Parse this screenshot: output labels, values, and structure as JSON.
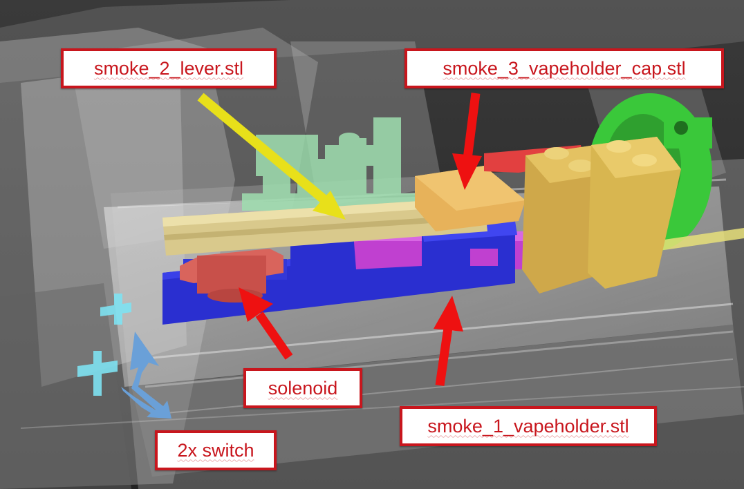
{
  "labels": {
    "lever": "smoke_2_lever.stl",
    "cap": "smoke_3_vapeholder_cap.stl",
    "solenoid": "solenoid",
    "holder": "smoke_1_vapeholder.stl",
    "switch": "2x switch"
  },
  "colors": {
    "background": "#2b2b2b",
    "label_border": "#c8161d",
    "label_text": "#c8161d",
    "arrow_red": "#ee1111",
    "arrow_yellow": "#e8e01a",
    "arrow_blue": "#6aa0d8",
    "holder_blue": "#2a2fd0",
    "lever_beige": "#d9c98c",
    "cap_orange": "#e7b25a",
    "solenoid_red": "#c8504a",
    "magenta": "#c040d0",
    "gold_block": "#d8b650",
    "green_gear": "#3ac83a",
    "switch_cyan": "#7fe3f2",
    "board_green": "#9fdfb0"
  }
}
